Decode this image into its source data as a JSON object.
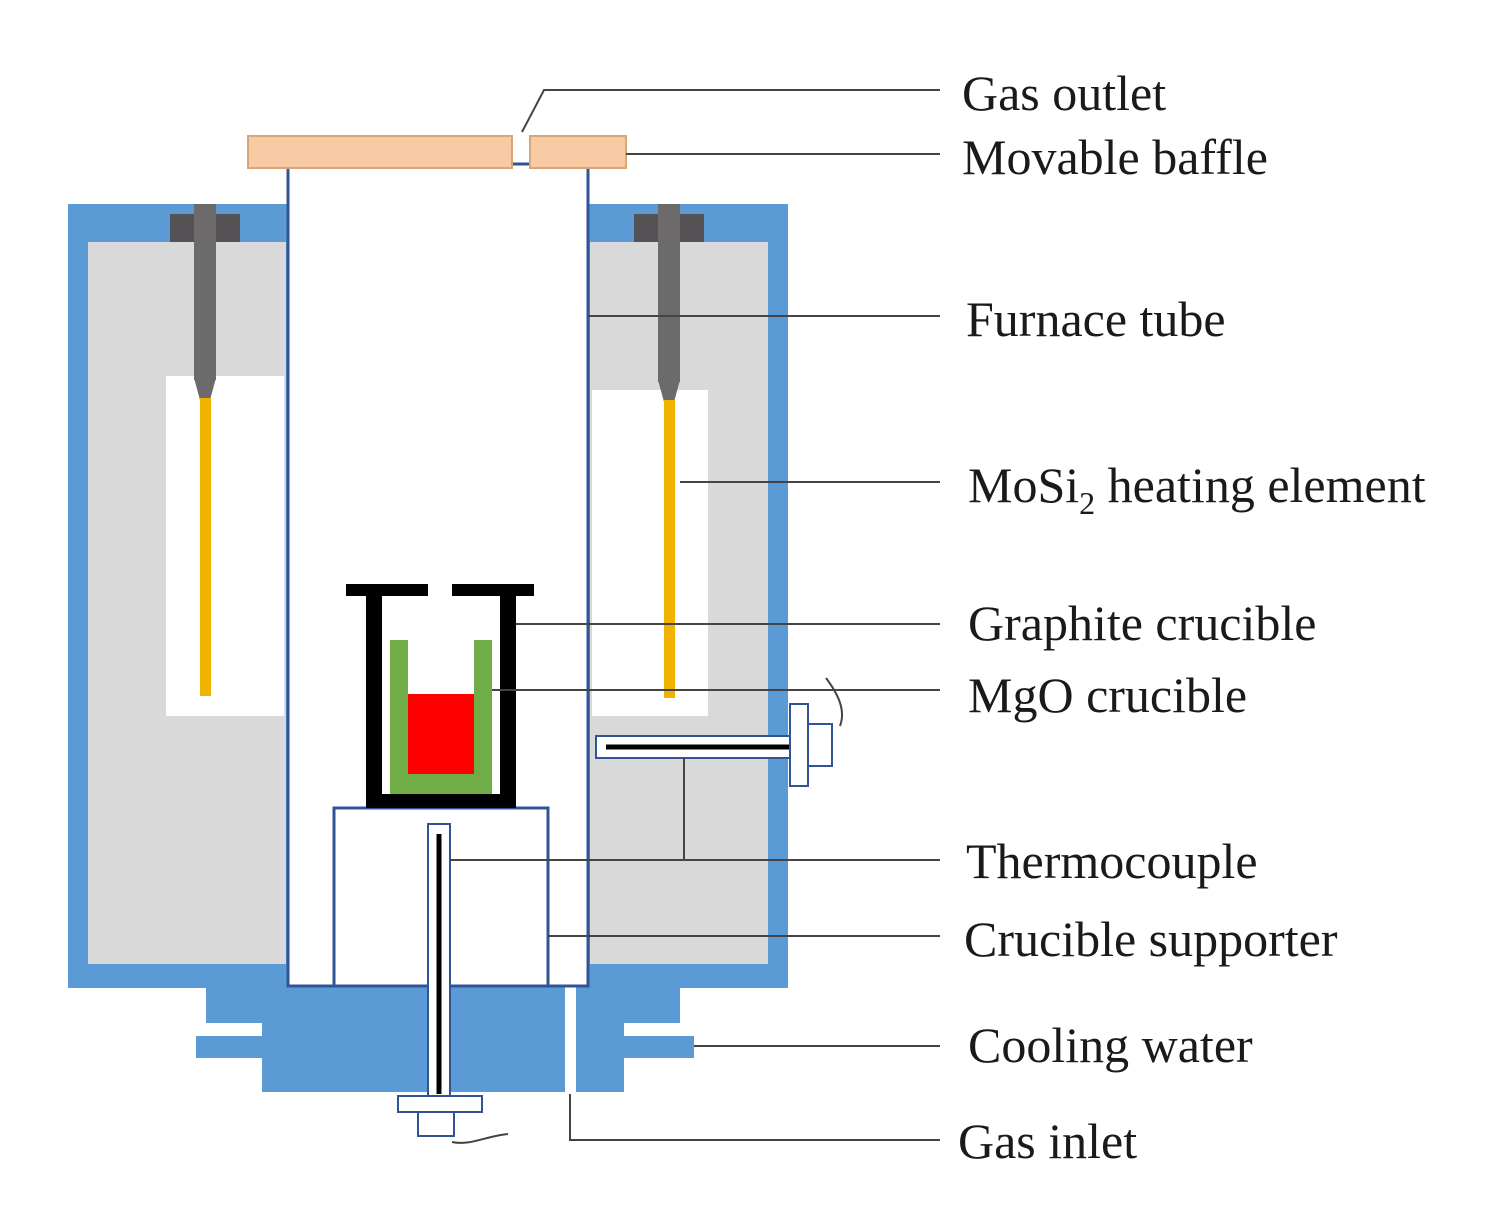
{
  "colors": {
    "furnace_shell": "#5b9bd5",
    "insulation": "#d9d9d9",
    "heating_zone": "#ffffff",
    "heating_element_hot": "#f0b400",
    "heating_element_terminal": "#6d6a6b",
    "terminal_clamp": "#545254",
    "baffle": "#f8cba5",
    "baffle_edge": "#d9a777",
    "graphite": "#000000",
    "mgo": "#70ad47",
    "sample": "#ff0000",
    "outline": "#2f5597"
  },
  "labels": {
    "gas_outlet": "Gas outlet",
    "movable_baffle": "Movable baffle",
    "furnace_tube": "Furnace tube",
    "heating_element_prefix": "MoSi",
    "heating_element_subscript": "2",
    "heating_element_suffix": " heating element",
    "graphite_crucible": "Graphite crucible",
    "mgo_crucible": "MgO crucible",
    "thermocouple": "Thermocouple",
    "crucible_supporter": "Crucible supporter",
    "cooling_water": "Cooling water",
    "gas_inlet": "Gas inlet"
  }
}
